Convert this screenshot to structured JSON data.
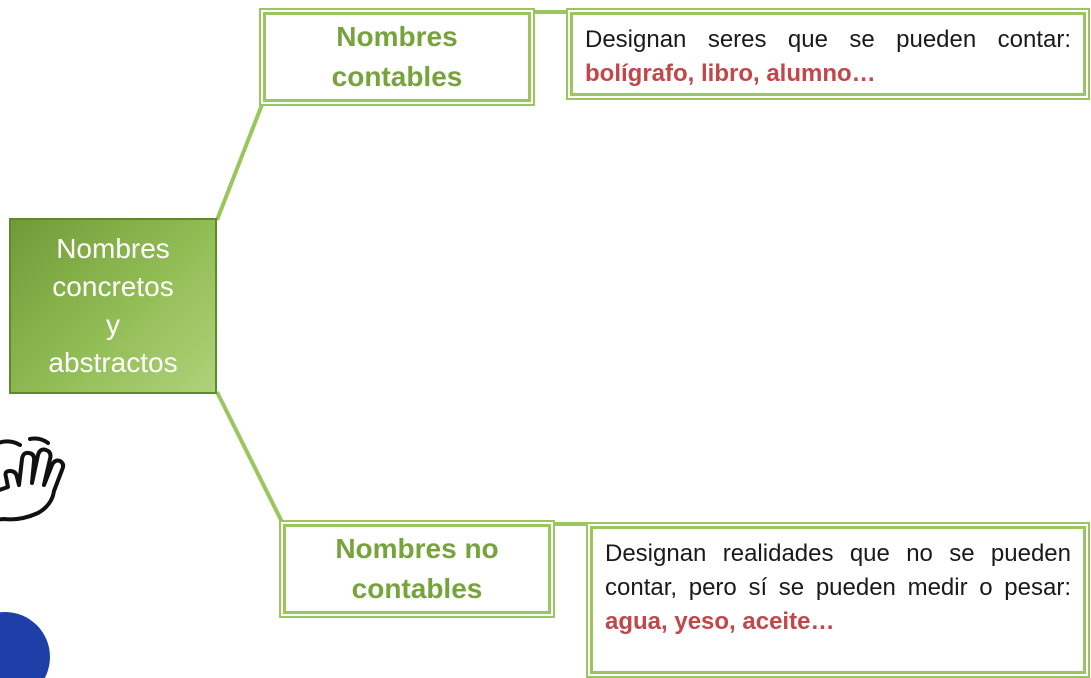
{
  "diagram": {
    "root": {
      "lines": [
        "Nombres",
        "concretos",
        "y",
        "abstractos"
      ]
    },
    "branches": [
      {
        "label_lines": [
          "Nombres",
          "contables"
        ],
        "description_prefix": "Designan seres que se pueden contar: ",
        "examples": "bolígrafo, libro, alumno…"
      },
      {
        "label_lines": [
          "Nombres no",
          "contables"
        ],
        "description_prefix": "Designan realidades que no se pueden contar, pero sí se pueden medir o pesar: ",
        "examples": "agua, yeso, aceite…"
      }
    ]
  },
  "colors": {
    "root_fill": "#8bb84f",
    "node_border": "#9ac65d",
    "branch_text": "#77a33d",
    "example_text": "#c0474a",
    "blue_shape": "#1f3fa8"
  },
  "decorations": {
    "hand": "hand-icon",
    "blob": "blue-circle-shape"
  }
}
